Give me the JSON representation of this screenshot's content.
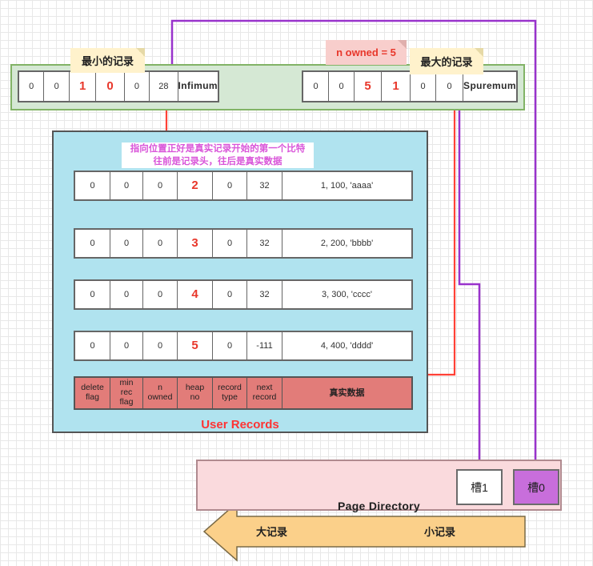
{
  "diagram": {
    "title_system_records_note_min": "最小的记录",
    "title_system_records_note_max": "最大的记录",
    "note_n_owned": "n owned = 5",
    "callout_line1": "指向位置正好是真实记录开始的第一个比特",
    "callout_line2": "往前是记录头，往后是真实数据",
    "user_records_title": "User Records",
    "page_directory_title": "Page Directory"
  },
  "colors": {
    "green_fill": "#d5e8d4",
    "green_stroke": "#82b366",
    "cyan_fill": "#b0e3ef",
    "red_accent": "#e8372b",
    "purple_accent": "#9933cc",
    "pink_fill": "#fadadd",
    "header_red": "#e27c79",
    "note_yellow": "#fff2cc",
    "note_pink": "#f8cecc",
    "slot_purple": "#c86edb",
    "orange_arrow": "#fbd08a"
  },
  "system_records": {
    "infimum": {
      "cells": [
        "0",
        "0",
        "1",
        "0",
        "0",
        "28"
      ],
      "highlight_index": [
        2,
        3
      ],
      "name": "Infimum"
    },
    "supremum": {
      "cells": [
        "0",
        "0",
        "5",
        "1",
        "0",
        "0"
      ],
      "highlight_index": [
        2,
        3
      ],
      "name": "Spuremum"
    }
  },
  "user_records": {
    "rows": [
      {
        "cells": [
          "0",
          "0",
          "0",
          "2",
          "0",
          "32"
        ],
        "highlight_index": [
          3
        ],
        "data": "1, 100, 'aaaa'"
      },
      {
        "cells": [
          "0",
          "0",
          "0",
          "3",
          "0",
          "32"
        ],
        "highlight_index": [
          3
        ],
        "data": "2, 200, 'bbbb'"
      },
      {
        "cells": [
          "0",
          "0",
          "0",
          "4",
          "0",
          "32"
        ],
        "highlight_index": [
          3
        ],
        "data": "3, 300, 'cccc'"
      },
      {
        "cells": [
          "0",
          "0",
          "0",
          "5",
          "0",
          "-111"
        ],
        "highlight_index": [
          3
        ],
        "data": "4, 400, 'dddd'"
      }
    ],
    "legend": {
      "cells": [
        "delete\nflag",
        "min\nrec\nflag",
        "n\nowned",
        "heap\nno",
        "record\ntype",
        "next\nrecord"
      ],
      "data_label": "真实数据"
    }
  },
  "page_directory": {
    "slots": [
      {
        "label": "槽1",
        "style": "white"
      },
      {
        "label": "槽0",
        "style": "purple"
      }
    ],
    "direction_arrow": {
      "left_label": "大记录",
      "right_label": "小记录"
    }
  }
}
